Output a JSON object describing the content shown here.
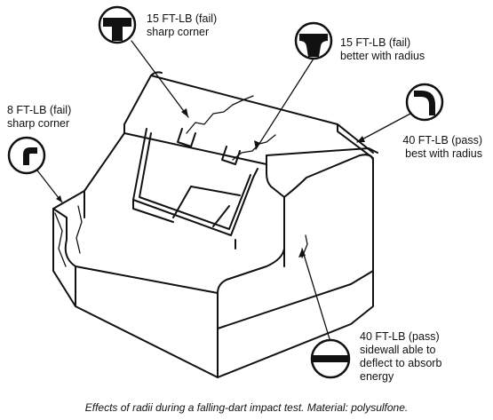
{
  "callouts": {
    "top_left_center": {
      "line1": "15 FT-LB (fail)",
      "line2": "sharp corner"
    },
    "top_right_center": {
      "line1": "15 FT-LB (fail)",
      "line2": "better with radius"
    },
    "left_corner": {
      "line1": "8 FT-LB (fail)",
      "line2": "sharp corner"
    },
    "right_corner": {
      "line1": "40 FT-LB (pass)",
      "line2": "best with radius"
    },
    "sidewall": {
      "line1": "40 FT-LB (pass)",
      "line2": "sidewall able to",
      "line3": "deflect to absorb",
      "line4": "energy"
    }
  },
  "caption": "Effects of radii during a falling-dart impact test. Material: polysulfone."
}
